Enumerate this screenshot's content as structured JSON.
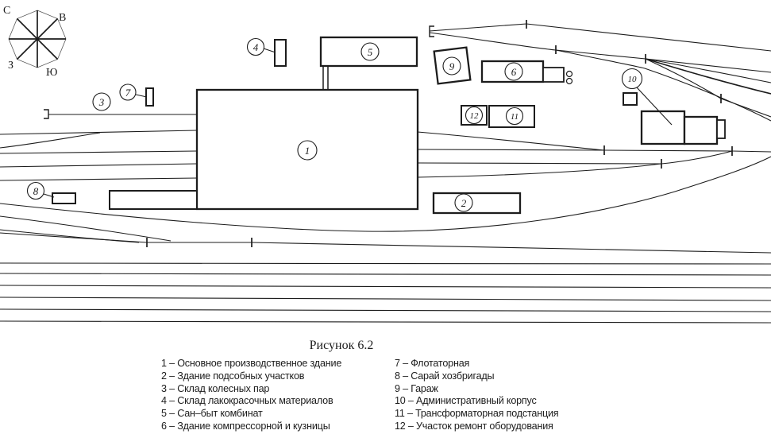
{
  "title": "Рисунок 6.2",
  "compass": {
    "north_label": "С",
    "east_label": "В",
    "west_label": "З",
    "south_label": "Ю"
  },
  "buildings": {
    "b1": "1",
    "b2": "2",
    "b3": "3",
    "b4": "4",
    "b5": "5",
    "b6": "6",
    "b7": "7",
    "b8": "8",
    "b9": "9",
    "b10": "10",
    "b11": "11",
    "b12": "12"
  },
  "legend": {
    "left": [
      "1 – Основное производственное здание",
      "2 – Здание подсобных участков",
      "3 – Склад колесных пар",
      "4 – Склад лакокрасочных материалов",
      "5 – Сан–быт комбинат",
      "6 – Здание компрессорной и кузницы"
    ],
    "right": [
      "7 – Флотаторная",
      "8 – Сарай хозбригады",
      "9 – Гараж",
      "10 – Административный корпус",
      "11 – Трансформаторная подстанция",
      "12 – Участок ремонт оборудования"
    ]
  },
  "colors": {
    "ink": "#1c1c1c",
    "paper": "#ffffff"
  }
}
